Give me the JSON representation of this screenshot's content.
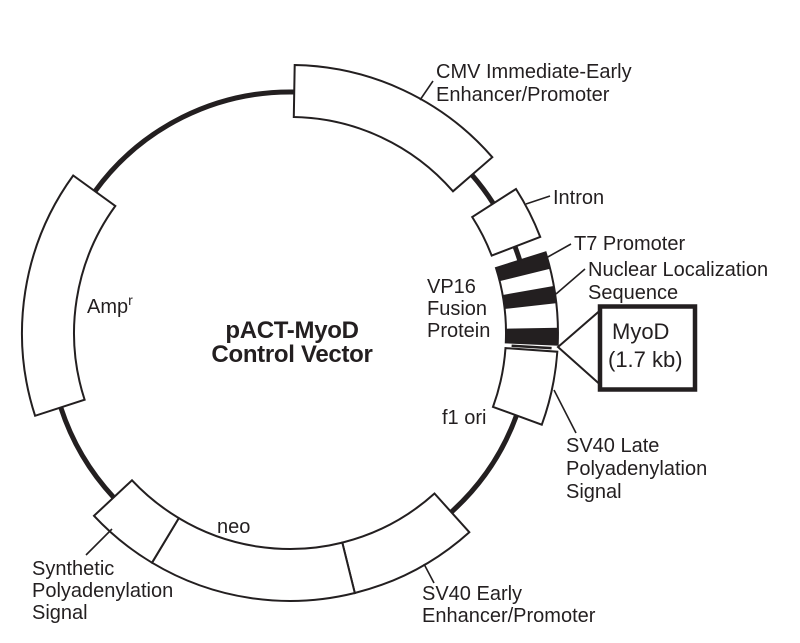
{
  "title": {
    "line1": "pACT-MyoD",
    "line2": "Control Vector"
  },
  "labels": {
    "cmv": {
      "line1": "CMV Immediate-Early",
      "line2": "Enhancer/Promoter"
    },
    "intron": {
      "line1": "Intron"
    },
    "t7_promoter": {
      "line1": "T7 Promoter"
    },
    "nls": {
      "line1": "Nuclear Localization",
      "line2": "Sequence"
    },
    "vp16": {
      "line1": "VP16",
      "line2": "Fusion",
      "line3": "Protein"
    },
    "myod_insert": {
      "line1": "MyoD",
      "line2": "(1.7 kb)"
    },
    "sv40_late": {
      "line1": "SV40 Late",
      "line2": "Polyadenylation",
      "line3": "Signal"
    },
    "f1_ori": {
      "line1": "f1 ori"
    },
    "sv40_early": {
      "line1": "SV40 Early",
      "line2": "Enhancer/Promoter"
    },
    "neo": {
      "line1": "neo"
    },
    "syn_polya": {
      "line1": "Synthetic",
      "line2": "Polyadenylation",
      "line3": "Signal"
    },
    "amp": {
      "base": "Amp",
      "sup": "r"
    }
  },
  "colors": {
    "ink": "#231f20",
    "feature_fill": "#ffffff",
    "vp16_fill": "#e7e6e6",
    "band_fill": "#231f20",
    "background": "#ffffff"
  }
}
